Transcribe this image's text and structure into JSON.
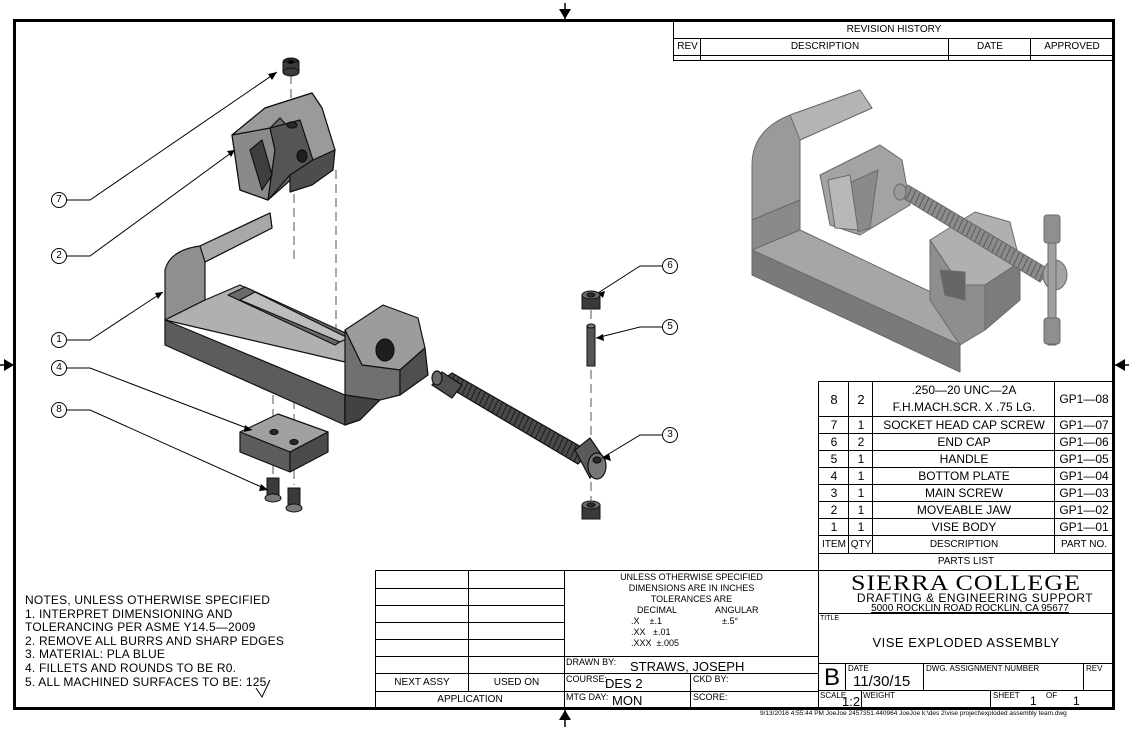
{
  "revision": {
    "title": "REVISION HISTORY",
    "headers": [
      "REV",
      "DESCRIPTION",
      "DATE",
      "APPROVED"
    ]
  },
  "balloons": [
    "1",
    "2",
    "3",
    "4",
    "5",
    "6",
    "7",
    "8"
  ],
  "parts_list": {
    "title": "PARTS LIST",
    "headers": [
      "ITEM",
      "QTY",
      "DESCRIPTION",
      "PART NO."
    ],
    "rows": [
      {
        "item": "8",
        "qty": "2",
        "desc": [
          ".250—20 UNC—2A",
          "F.H.MACH.SCR. X .75 LG."
        ],
        "part": "GP1—08"
      },
      {
        "item": "7",
        "qty": "1",
        "desc": [
          "SOCKET HEAD CAP SCREW"
        ],
        "part": "GP1—07"
      },
      {
        "item": "6",
        "qty": "2",
        "desc": [
          "END CAP"
        ],
        "part": "GP1—06"
      },
      {
        "item": "5",
        "qty": "1",
        "desc": [
          "HANDLE"
        ],
        "part": "GP1—05"
      },
      {
        "item": "4",
        "qty": "1",
        "desc": [
          "BOTTOM PLATE"
        ],
        "part": "GP1—04"
      },
      {
        "item": "3",
        "qty": "1",
        "desc": [
          "MAIN SCREW"
        ],
        "part": "GP1—03"
      },
      {
        "item": "2",
        "qty": "1",
        "desc": [
          "MOVEABLE JAW"
        ],
        "part": "GP1—02"
      },
      {
        "item": "1",
        "qty": "1",
        "desc": [
          "VISE BODY"
        ],
        "part": "GP1—01"
      }
    ]
  },
  "notes": {
    "lines": [
      "NOTES, UNLESS OTHERWISE SPECIFIED",
      "1. INTERPRET DIMENSIONING AND",
      "TOLERANCING PER ASME Y14.5—2009",
      "2. REMOVE ALL BURRS AND SHARP EDGES",
      "3. MATERIAL: PLA BLUE",
      "4. FILLETS AND ROUNDS TO BE R0.",
      "5. ALL MACHINED SURFACES TO BE: 125"
    ]
  },
  "application": {
    "next_assy": "NEXT ASSY",
    "used_on": "USED ON",
    "label": "APPLICATION"
  },
  "tolerances": {
    "heading": [
      "UNLESS OTHERWISE SPECIFIED",
      "DIMENSIONS ARE IN INCHES",
      "TOLERANCES ARE"
    ],
    "decimal_label": "DECIMAL",
    "angular_label": "ANGULAR",
    "decimal_rows": [
      ".X    ±.1",
      ".XX   ±.01",
      ".XXX  ±.005"
    ],
    "angular_value": "±.5°"
  },
  "title_block": {
    "drawn_by_label": "DRAWN BY:",
    "drawn_by": "STRAWS, JOSEPH",
    "course_label": "COURSE:",
    "course": "DES 2",
    "ckd_by_label": "CKD BY:",
    "mtg_day_label": "MTG DAY:",
    "mtg_day": "MON",
    "score_label": "SCORE:",
    "school": "SIERRA COLLEGE",
    "dept": "DRAFTING & ENGINEERING SUPPORT",
    "address": "5000 ROCKLIN ROAD ROCKLIN, CA 95677",
    "title_label": "TITLE",
    "title": "VISE EXPLODED ASSEMBLY",
    "size": "B",
    "date_label": "DATE",
    "date": "11/30/15",
    "dwg_label": "DWG. ASSIGNMENT NUMBER",
    "rev_label": "REV",
    "scale_label": "SCALE",
    "scale": "1:2",
    "weight_label": "WEIGHT",
    "sheet_label": "SHEET",
    "sheet": "1",
    "of_label": "OF",
    "of": "1"
  },
  "footer": "9/13/2016 4:55:44 PM JoeJoe 2457351.440964 JoeJoe k:\\des 2\\vise project\\exploded assembly team.dwg"
}
